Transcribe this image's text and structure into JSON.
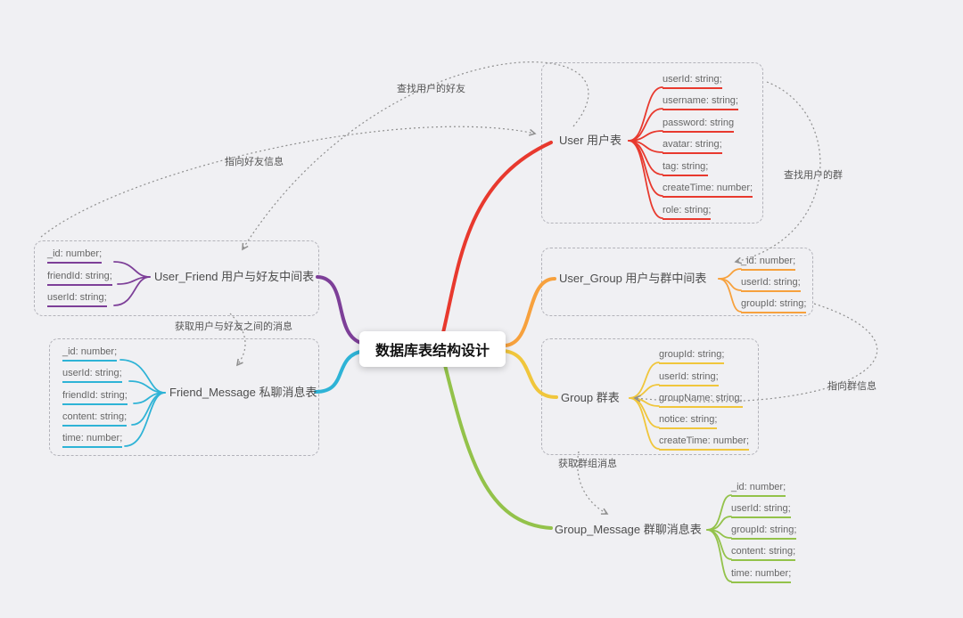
{
  "title": "数据库表结构设计",
  "colors": {
    "background": "#f0f0f3",
    "user": "#e8392e",
    "user_group": "#f7a13d",
    "group": "#f0c63c",
    "group_message": "#93c24a",
    "user_friend": "#7d3f98",
    "friend_message": "#2eb3d6",
    "arrow": "#8f8f8f"
  },
  "nodes": {
    "user": {
      "label": "User 用户表",
      "fields": [
        "userId: string;",
        "username: string;",
        "password: string",
        "avatar: string;",
        "tag: string;",
        "createTime: number;",
        "role: string;"
      ]
    },
    "user_group": {
      "label": "User_Group 用户与群中间表",
      "fields": [
        "_id: number;",
        "userId: string;",
        "groupId: string;"
      ]
    },
    "group": {
      "label": "Group 群表",
      "fields": [
        "groupId: string;",
        "userId: string;",
        "groupName: string;",
        "notice: string;",
        "createTime: number;"
      ]
    },
    "group_message": {
      "label": "Group_Message 群聊消息表",
      "fields": [
        "_id: number;",
        "userId: string;",
        "groupId: string;",
        "content: string;",
        "time: number;"
      ]
    },
    "user_friend": {
      "label": "User_Friend 用户与好友中间表",
      "fields": [
        "_id: number;",
        "friendId: string;",
        "userId: string;"
      ]
    },
    "friend_message": {
      "label": "Friend_Message 私聊消息表",
      "fields": [
        "_id: number;",
        "userId: string;",
        "friendId: string;",
        "content: string;",
        "time: number;"
      ]
    }
  },
  "relations": [
    {
      "label": "查找用户的好友"
    },
    {
      "label": "指向好友信息"
    },
    {
      "label": "查找用户的群"
    },
    {
      "label": "指向群信息"
    },
    {
      "label": "获取用户与好友之间的消息"
    },
    {
      "label": "获取群组消息"
    }
  ]
}
